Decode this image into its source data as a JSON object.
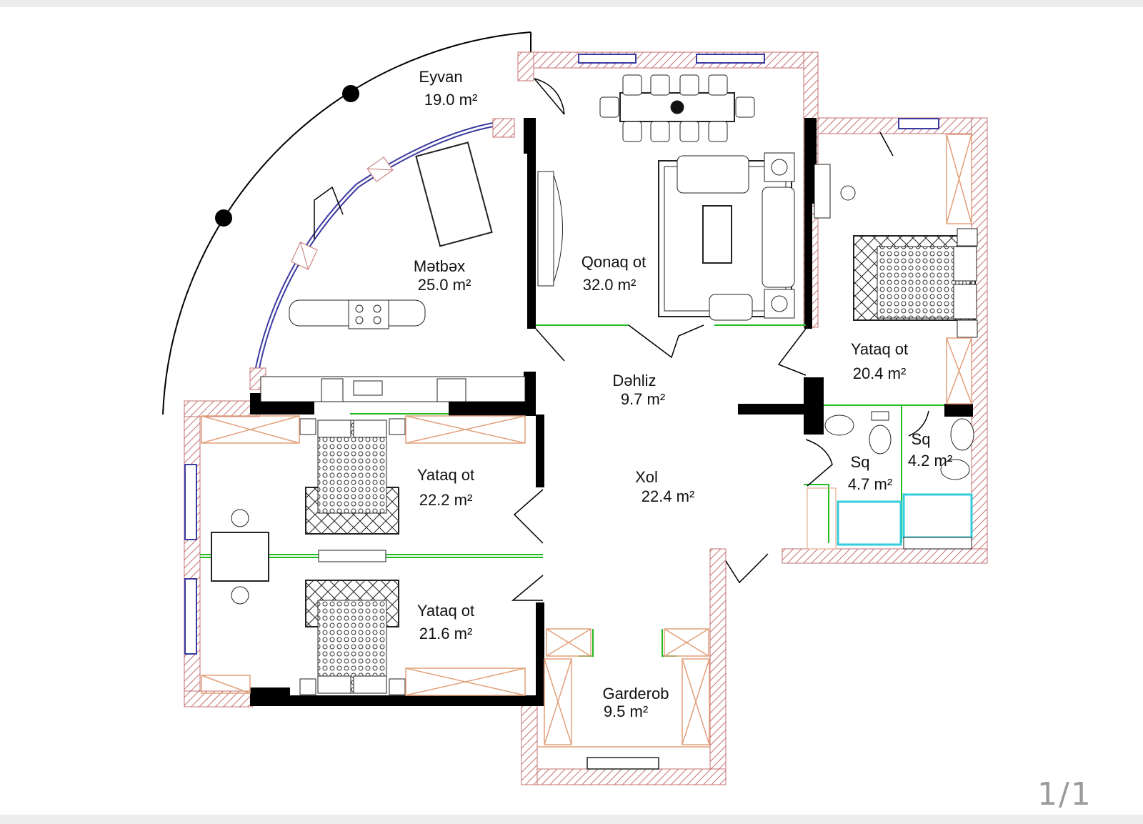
{
  "plan": {
    "rooms": [
      {
        "id": "eyvan",
        "name": "Eyvan",
        "area": "19.0 m²"
      },
      {
        "id": "metbex",
        "name": "Mətbəx",
        "area": "25.0 m²"
      },
      {
        "id": "qonaq",
        "name": "Qonaq ot",
        "area": "32.0 m²"
      },
      {
        "id": "yataq1",
        "name": "Yataq ot",
        "area": "20.4 m²"
      },
      {
        "id": "dehliz",
        "name": "Dəhliz",
        "area": "9.7 m²"
      },
      {
        "id": "xol",
        "name": "Xol",
        "area": "22.4 m²"
      },
      {
        "id": "yataq2",
        "name": "Yataq ot",
        "area": "22.2 m²"
      },
      {
        "id": "yataq3",
        "name": "Yataq ot",
        "area": "21.6 m²"
      },
      {
        "id": "sq1",
        "name": "Sq",
        "area": "4.7 m²"
      },
      {
        "id": "sq2",
        "name": "Sq",
        "area": "4.2 m²"
      },
      {
        "id": "garderob",
        "name": "Garderob",
        "area": "9.5 m²"
      }
    ]
  },
  "pager": {
    "indicator": "1/1"
  },
  "colors": {
    "wall": "#000000",
    "hatch": "#c47070",
    "window": "#3a3aa0",
    "door_green": "#22bb22",
    "wardrobe": "#e2a07a",
    "bath_cyan": "#33ccdd"
  }
}
